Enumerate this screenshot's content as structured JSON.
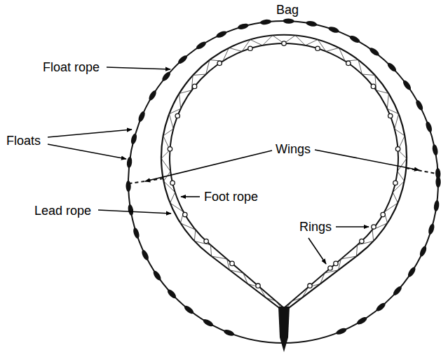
{
  "diagram": {
    "labels": [
      "Bag",
      "Float rope",
      "Floats",
      "Wings",
      "Foot rope",
      "Lead rope",
      "Rings"
    ]
  }
}
